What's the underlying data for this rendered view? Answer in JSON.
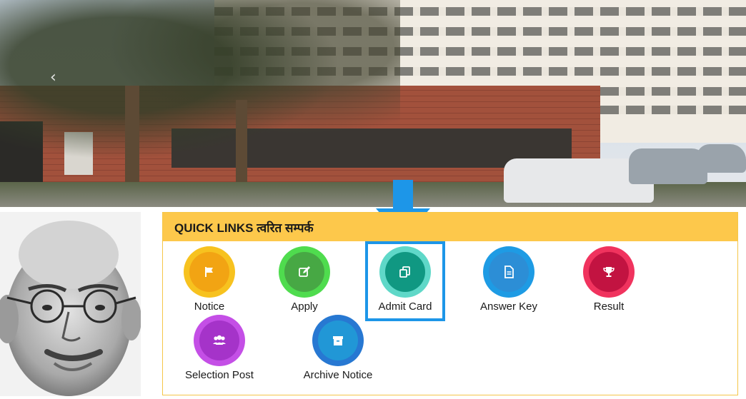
{
  "banner": {
    "slider_prev_icon": "chevron-left-icon"
  },
  "quick_links": {
    "title": "QUICK LINKS त्वरित सम्पर्क",
    "items": [
      {
        "label": "Notice",
        "icon": "flag-icon",
        "ring": "#f7c21f",
        "core": "#f2a413"
      },
      {
        "label": "Apply",
        "icon": "edit-icon",
        "ring": "#4fdc4e",
        "core": "#47a844"
      },
      {
        "label": "Admit Card",
        "icon": "copy-icon",
        "ring": "#5fd8c8",
        "core": "#109882"
      },
      {
        "label": "Answer Key",
        "icon": "document-icon",
        "ring": "#1e9be4",
        "core": "#2c8ed6"
      },
      {
        "label": "Result",
        "icon": "trophy-icon",
        "ring": "#f0335e",
        "core": "#c21341"
      },
      {
        "label": "Selection Post",
        "icon": "users-icon",
        "ring": "#c44fe6",
        "core": "#a533c9"
      },
      {
        "label": "Archive Notice",
        "icon": "archive-icon",
        "ring": "#2778d2",
        "core": "#2197d6"
      }
    ]
  },
  "annotation": {
    "highlight_color": "#1d96e8",
    "arrow_color": "#1d96e8",
    "highlighted_item": "Admit Card"
  }
}
